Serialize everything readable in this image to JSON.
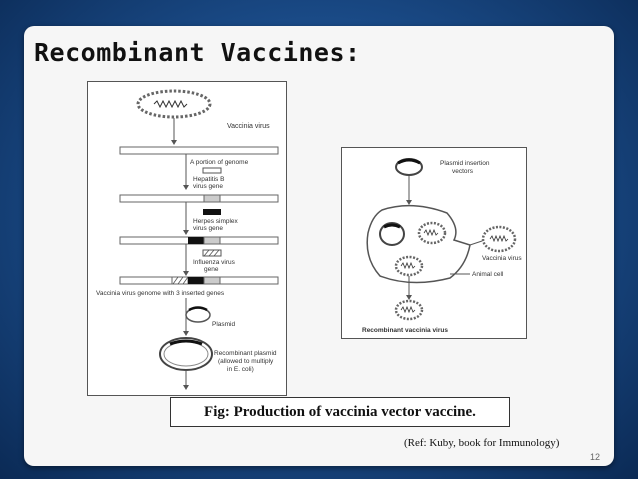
{
  "slide": {
    "title": "Recombinant Vaccines:",
    "caption": "Fig: Production of vaccinia vector vaccine.",
    "reference": "(Ref: Kuby,  book for Immunology)",
    "page_number": "12"
  },
  "left_figure": {
    "vaccinia_virus": "Vaccinia virus",
    "portion_of_genome": "A portion of genome",
    "hepatitis_b_1": "Hepatitis B",
    "hepatitis_b_2": "virus gene",
    "herpes_1": "Herpes simplex",
    "herpes_2": "virus gene",
    "influenza_1": "Influenza virus",
    "influenza_2": "gene",
    "genome_3_genes": "Vaccinia virus genome with 3 inserted genes",
    "plasmid": "Plasmid",
    "recombinant_plasmid_1": "Recombinant plasmid",
    "recombinant_plasmid_2": "(allowed to multiply",
    "recombinant_plasmid_3": "in E. coli)"
  },
  "right_figure": {
    "plasmid_insertion_1": "Plasmid insertion",
    "plasmid_insertion_2": "vectors",
    "vaccinia_virus": "Vaccinia virus",
    "animal_cell": "Animal cell",
    "recombinant_vaccinia": "Recombinant vaccinia virus"
  },
  "colors": {
    "background": "#1c4f8e",
    "card": "#f6f6f6"
  }
}
